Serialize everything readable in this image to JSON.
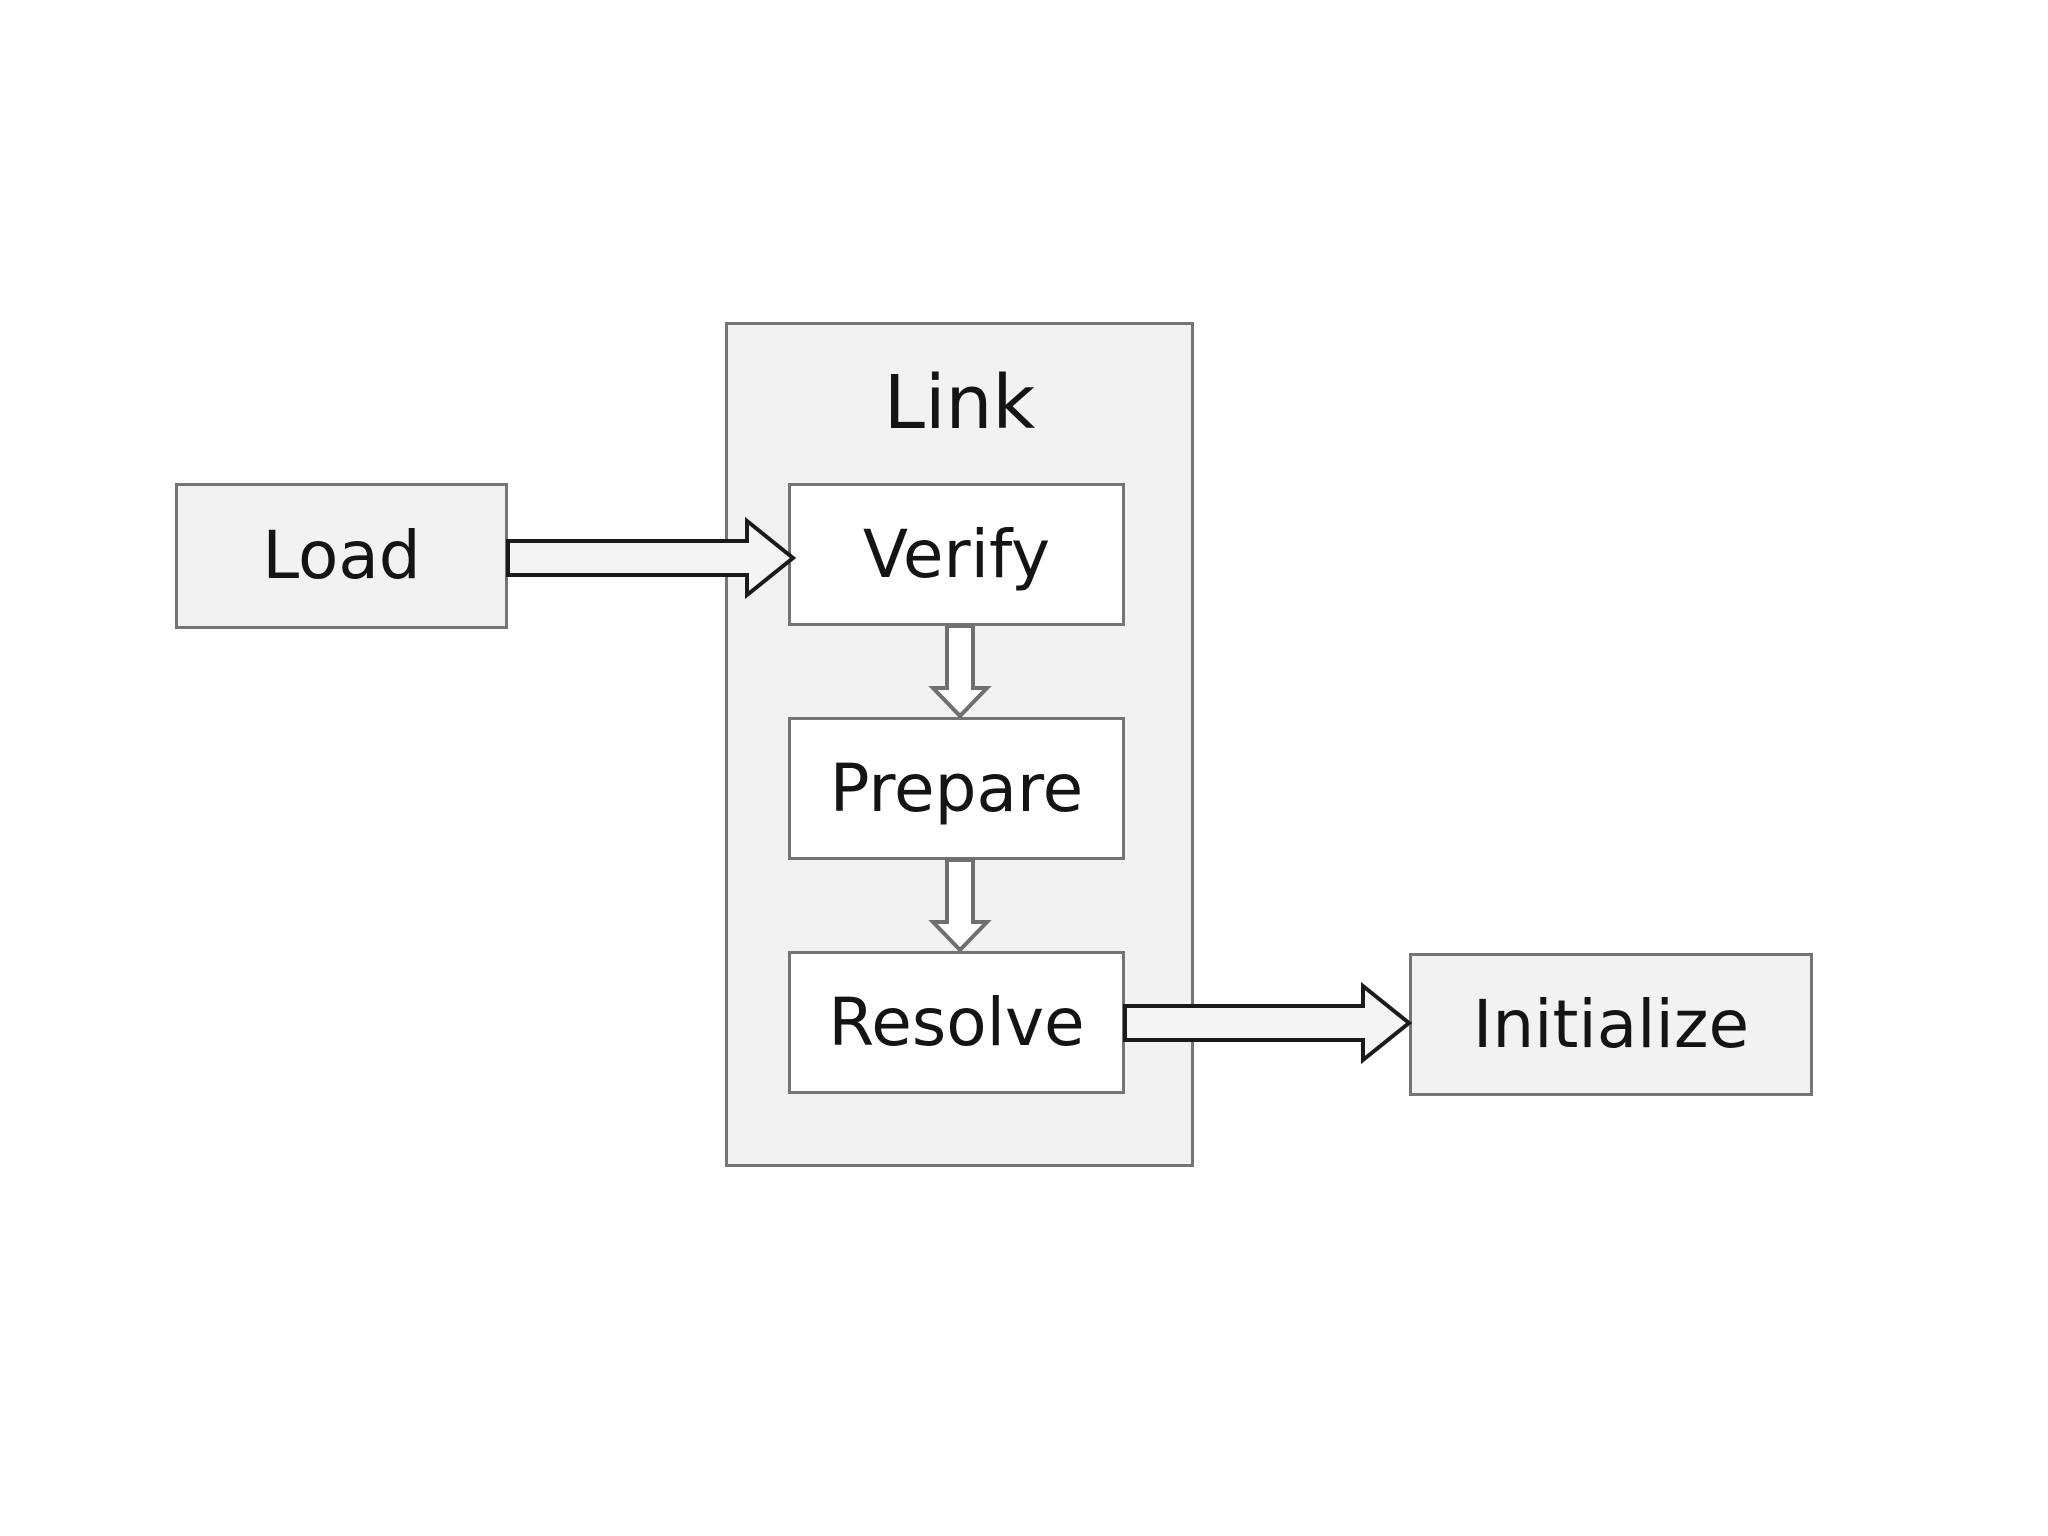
{
  "diagram": {
    "container": {
      "title": "Link"
    },
    "nodes": {
      "load": {
        "label": "Load"
      },
      "verify": {
        "label": "Verify"
      },
      "prepare": {
        "label": "Prepare"
      },
      "resolve": {
        "label": "Resolve"
      },
      "initialize": {
        "label": "Initialize"
      }
    },
    "flow": [
      {
        "from": "Load",
        "to": "Verify"
      },
      {
        "from": "Verify",
        "to": "Prepare"
      },
      {
        "from": "Prepare",
        "to": "Resolve"
      },
      {
        "from": "Resolve",
        "to": "Initialize"
      }
    ],
    "colors": {
      "canvas": "#ffffff",
      "node_fill": "#f2f2f2",
      "inner_node_fill": "#ffffff",
      "container_fill": "#f2f2f2",
      "border": "#757575",
      "text": "#141414",
      "arrow_outline_dark": "#1a1a1a",
      "arrow_outline_light": "#6f6f6f",
      "arrow_fill": "#f4f4f4",
      "arrow_fill_vertical": "#ffffff"
    }
  }
}
